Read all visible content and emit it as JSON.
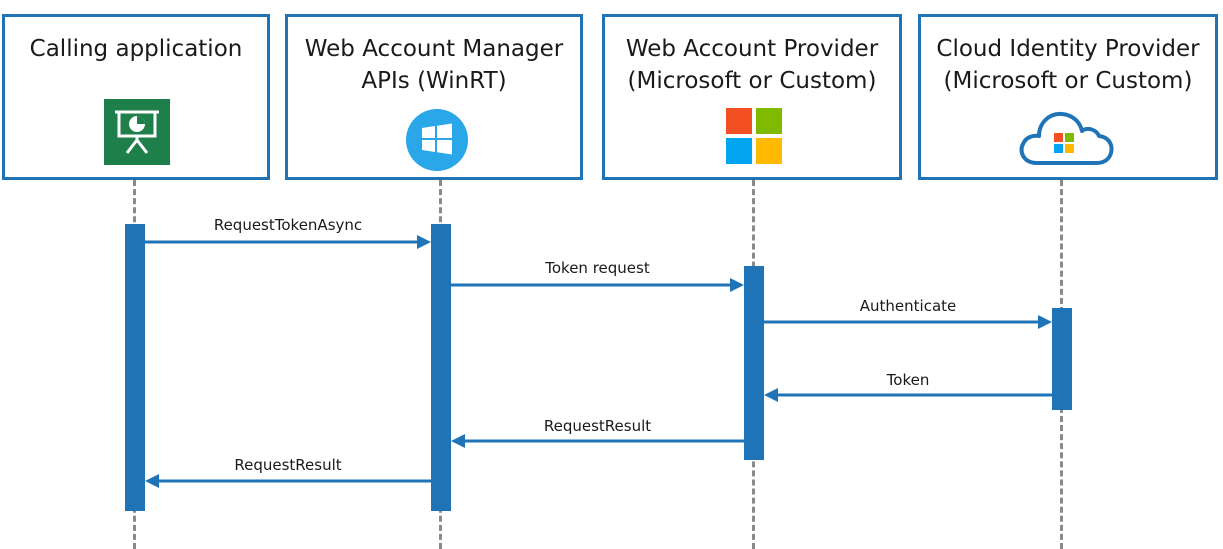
{
  "participants": [
    {
      "title": "Calling application"
    },
    {
      "title": "Web Account Manager\nAPIs (WinRT)"
    },
    {
      "title": "Web Account Provider\n(Microsoft or Custom)"
    },
    {
      "title": "Cloud Identity Provider\n(Microsoft or Custom)"
    }
  ],
  "messages": [
    {
      "label": "RequestTokenAsync"
    },
    {
      "label": "Token request"
    },
    {
      "label": "Authenticate"
    },
    {
      "label": "Token"
    },
    {
      "label": "RequestResult"
    },
    {
      "label": "RequestResult"
    }
  ],
  "icons": {
    "calling_app": "presentation-icon",
    "wam": "windows-icon",
    "provider": "microsoft-logo-icon",
    "cloud": "cloud-icon"
  },
  "colors": {
    "border": "#1f74b8",
    "arrow": "#1f74b8",
    "activation": "#1f74b8",
    "lifeline": "#8a8a8a",
    "app_icon": "#1e7f4b",
    "windows_icon": "#29a7e8",
    "ms_red": "#f25022",
    "ms_green": "#7fba00",
    "ms_blue": "#00a4ef",
    "ms_yellow": "#ffb900"
  }
}
